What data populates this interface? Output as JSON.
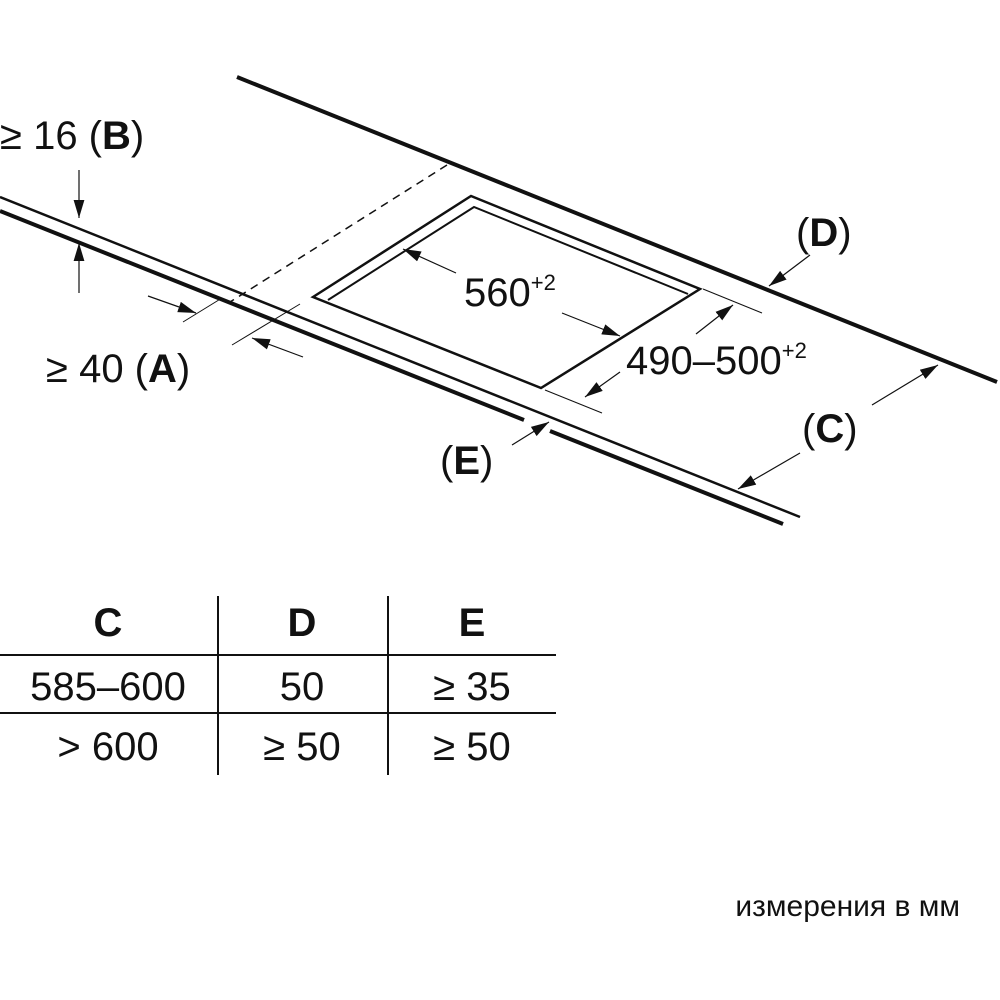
{
  "diagram": {
    "label_b": {
      "prefix": "≥ 16 (",
      "letter": "B",
      "suffix": ")"
    },
    "label_a": {
      "prefix": "≥ 40 (",
      "letter": "A",
      "suffix": ")"
    },
    "label_d": {
      "prefix": "(",
      "letter": "D",
      "suffix": ")"
    },
    "label_c": {
      "prefix": "(",
      "letter": "C",
      "suffix": ")"
    },
    "label_e": {
      "prefix": "(",
      "letter": "E",
      "suffix": ")"
    },
    "width_dim": {
      "value": "560",
      "tolerance": "+2"
    },
    "depth_dim": {
      "value": "490–500",
      "tolerance": "+2"
    }
  },
  "table": {
    "headers": [
      "C",
      "D",
      "E"
    ],
    "rows": [
      [
        "585–600",
        "50",
        "≥ 35"
      ],
      [
        "> 600",
        "≥ 50",
        "≥ 50"
      ]
    ]
  },
  "footer": {
    "units_note": "измерения в мм"
  }
}
